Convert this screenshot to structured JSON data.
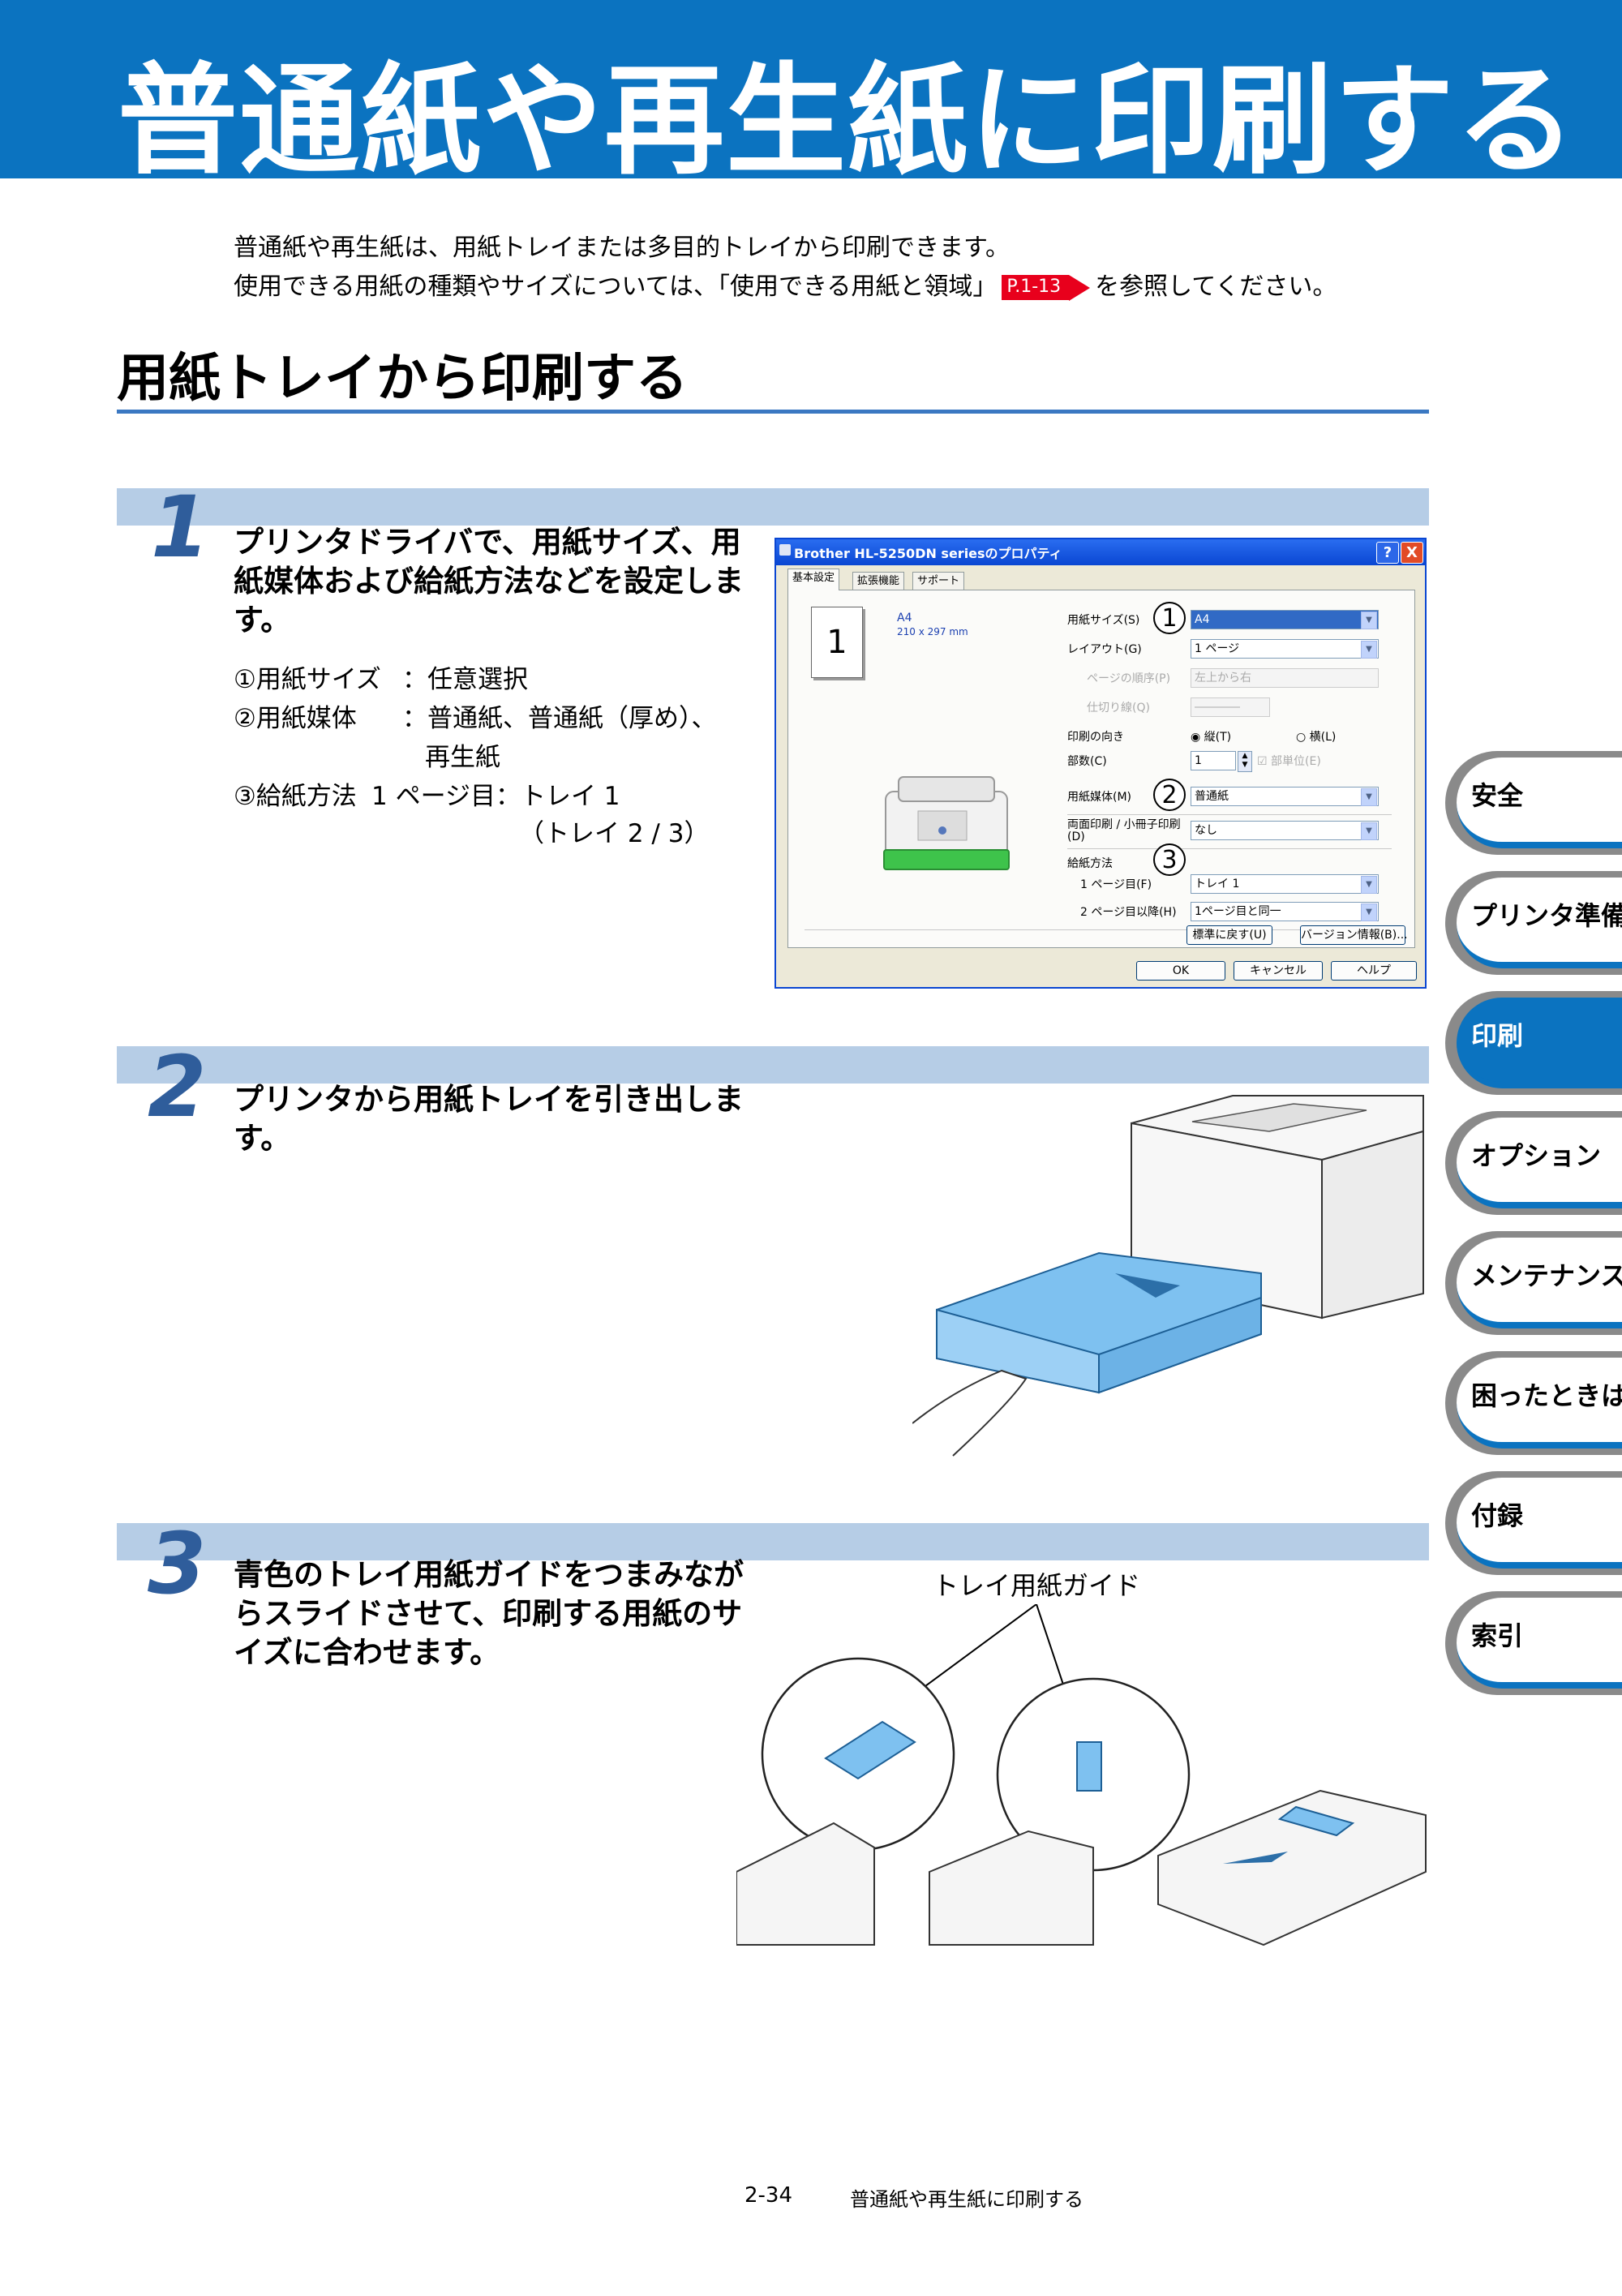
{
  "header": {
    "title": "普通紙や再生紙に印刷する"
  },
  "intro": {
    "line1": "普通紙や再生紙は、用紙トレイまたは多目的トレイから印刷できます。",
    "line2_before": "使用できる用紙の種類やサイズについては、「使用できる用紙と領域」",
    "ref_badge": "P.1-13",
    "line2_after": "を参照してください。"
  },
  "section": {
    "title": "用紙トレイから印刷する"
  },
  "steps": [
    {
      "number": "1",
      "text": "プリンタドライバで、用紙サイズ、用紙媒体および給紙方法などを設定します。",
      "items": [
        {
          "label": "①用紙サイズ",
          "value": "：任意選択"
        },
        {
          "label": "②用紙媒体",
          "value": "：普通紙、普通紙（厚め）、"
        },
        {
          "label": "",
          "value": "再生紙"
        },
        {
          "label": "③給紙方法",
          "value": "1 ページ目：トレイ 1"
        },
        {
          "label": "",
          "value": "（トレイ 2 / 3）"
        }
      ]
    },
    {
      "number": "2",
      "text": "プリンタから用紙トレイを引き出します。"
    },
    {
      "number": "3",
      "text": "青色のトレイ用紙ガイドをつまみながらスライドさせて、印刷する用紙のサイズに合わせます。",
      "figure_label": "トレイ用紙ガイド"
    }
  ],
  "dialog": {
    "title": "Brother HL-5250DN seriesのプロパティ",
    "help_btn": "?",
    "close_btn": "X",
    "tabs": [
      "基本設定",
      "拡張機能",
      "サポート"
    ],
    "preview_page": "1",
    "preview_size": "A4",
    "preview_dims": "210 x 297 mm",
    "fields": {
      "paper_size": {
        "label": "用紙サイズ(S)",
        "value": "A4"
      },
      "layout": {
        "label": "レイアウト(G)",
        "value": "1 ページ"
      },
      "page_order": {
        "label": "ページの順序(P)",
        "value": "左上から右"
      },
      "border": {
        "label": "仕切り線(Q)",
        "value": "――――"
      },
      "orientation": {
        "label": "印刷の向き",
        "portrait": "縦(T)",
        "landscape": "横(L)"
      },
      "copies": {
        "label": "部数(C)",
        "value": "1",
        "collate": "部単位(E)"
      },
      "media": {
        "label": "用紙媒体(M)",
        "value": "普通紙"
      },
      "duplex": {
        "label": "両面印刷 / 小冊子印刷(D)",
        "value": "なし"
      },
      "source": {
        "label": "給紙方法"
      },
      "first_page": {
        "label": "1 ページ目(F)",
        "value": "トレイ 1"
      },
      "other_pages": {
        "label": "2 ページ目以降(H)",
        "value": "1ページ目と同一"
      }
    },
    "buttons": {
      "default": "標準に戻す(U)",
      "version": "バージョン情報(B)...",
      "ok": "OK",
      "cancel": "キャンセル",
      "help": "ヘルプ"
    },
    "callouts": [
      "1",
      "2",
      "3"
    ]
  },
  "side_tabs": [
    {
      "label": "安全",
      "active": false
    },
    {
      "label": "プリンタ準備",
      "active": false
    },
    {
      "label": "印刷",
      "active": true
    },
    {
      "label": "オプション",
      "active": false
    },
    {
      "label": "メンテナンス",
      "active": false
    },
    {
      "label": "困ったときは",
      "active": false
    },
    {
      "label": "付録",
      "active": false
    },
    {
      "label": "索引",
      "active": false
    }
  ],
  "footer": {
    "page": "2-34",
    "title": "普通紙や再生紙に印刷する"
  },
  "colors": {
    "brand_blue": "#0b73c0",
    "step_bar": "#b6cde6",
    "badge_red": "#e8001c"
  }
}
